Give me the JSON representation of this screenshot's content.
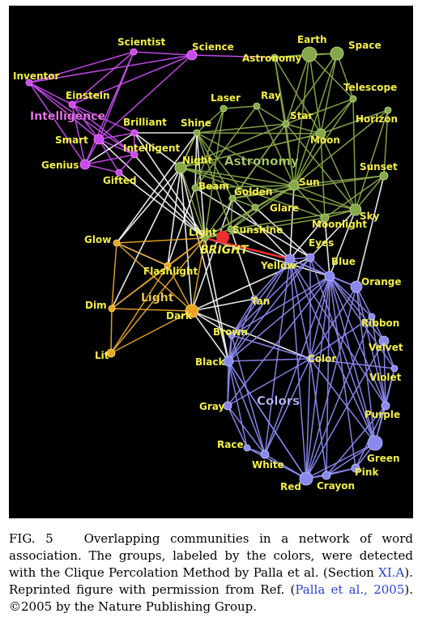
{
  "figure": {
    "communities": [
      {
        "name": "Intelligence",
        "color": "#c94bf0"
      },
      {
        "name": "Astronomy",
        "color": "#87a84a"
      },
      {
        "name": "Light",
        "color": "#e8a527"
      },
      {
        "name": "Colors",
        "color": "#8a89f0"
      }
    ],
    "bridge_color": "#ee3030",
    "cross_edge_color": "#ffffff",
    "label_color": "#f4ee4a",
    "center_label": "BRIGHT",
    "words": [
      "Scientist",
      "Science",
      "Inventor",
      "Einstein",
      "Brilliant",
      "Smart",
      "Intelligent",
      "Genius",
      "Gifted",
      "Astronomy",
      "Earth",
      "Space",
      "Telescope",
      "Laser",
      "Ray",
      "Shine",
      "Star",
      "Moon",
      "Horizon",
      "Night",
      "Sunset",
      "Beam",
      "Golden",
      "Sun",
      "Glare",
      "Sky",
      "Moonlight",
      "Sunshine",
      "Light",
      "Glow",
      "Flashlight",
      "Dim",
      "Dark",
      "Lit",
      "Eyes",
      "Yellow",
      "Blue",
      "Orange",
      "Tan",
      "Ribbon",
      "Brown",
      "Velvet",
      "Black",
      "Color",
      "Violet",
      "Gray",
      "Purple",
      "Race",
      "Green",
      "White",
      "Pink",
      "Red",
      "Crayon"
    ]
  },
  "caption": {
    "fig_label": "FIG. 5",
    "text_1": "Overlapping communities in a network of word association. The groups, labeled by the colors, were detected with the Clique Percolation Method by Palla et al. (Section ",
    "ref_section": "XI.A",
    "text_2": "). Reprinted figure with permission from Ref. (",
    "ref_citation": "Palla et al., 2005",
    "text_3": "). ©2005 by the Nature Publishing Group."
  }
}
